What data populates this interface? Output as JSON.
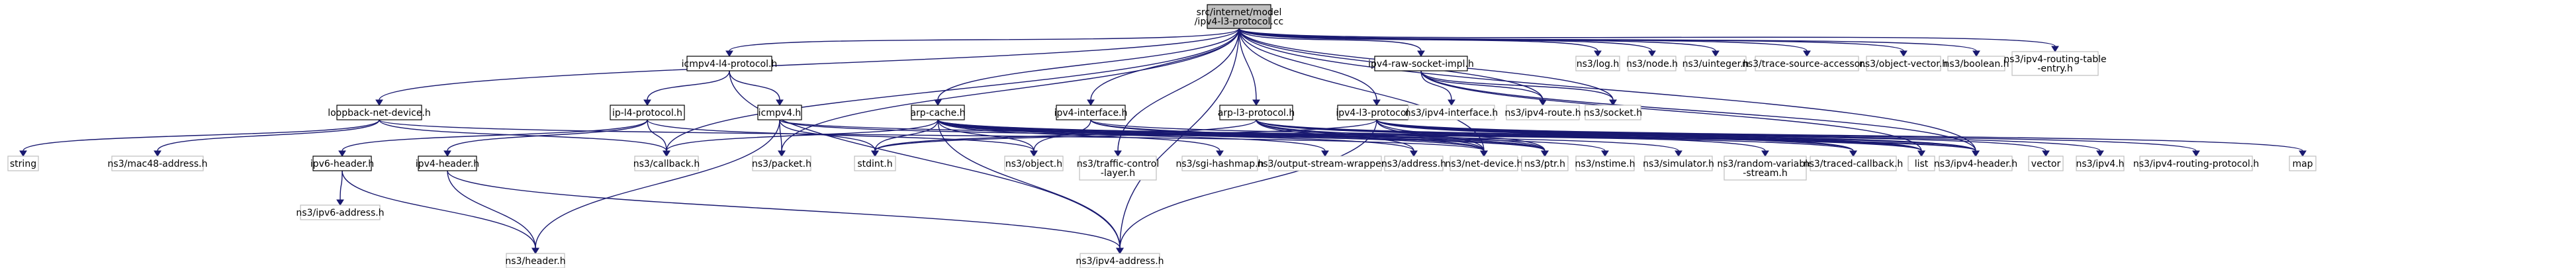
{
  "graph": {
    "root": "src/internet/model/ipv4-l3-protocol.cc",
    "nodes": [
      {
        "id": "root",
        "lines": [
          "src/internet/model",
          "/ipv4-l3-protocol.cc"
        ],
        "style": "root"
      },
      {
        "id": "loopback",
        "lines": [
          "loopback-net-device.h"
        ],
        "style": "file"
      },
      {
        "id": "icmpv4l4",
        "lines": [
          "icmpv4-l4-protocol.h"
        ],
        "style": "file"
      },
      {
        "id": "ipv4raw",
        "lines": [
          "ipv4-raw-socket-impl.h"
        ],
        "style": "file"
      },
      {
        "id": "nslog",
        "lines": [
          "ns3/log.h"
        ],
        "style": "ext"
      },
      {
        "id": "nsnode",
        "lines": [
          "ns3/node.h"
        ],
        "style": "ext"
      },
      {
        "id": "nsuinteger",
        "lines": [
          "ns3/uinteger.h"
        ],
        "style": "ext"
      },
      {
        "id": "nstrace",
        "lines": [
          "ns3/trace-source-accessor.h"
        ],
        "style": "ext"
      },
      {
        "id": "nsobjvec",
        "lines": [
          "ns3/object-vector.h"
        ],
        "style": "ext"
      },
      {
        "id": "nsboolean",
        "lines": [
          "ns3/boolean.h"
        ],
        "style": "ext"
      },
      {
        "id": "nsroutetable",
        "lines": [
          "ns3/ipv4-routing-table",
          "-entry.h"
        ],
        "style": "ext"
      },
      {
        "id": "ipl4",
        "lines": [
          "ip-l4-protocol.h"
        ],
        "style": "file"
      },
      {
        "id": "icmpv4",
        "lines": [
          "icmpv4.h"
        ],
        "style": "file"
      },
      {
        "id": "arpcache",
        "lines": [
          "arp-cache.h"
        ],
        "style": "file"
      },
      {
        "id": "ipv4iface",
        "lines": [
          "ipv4-interface.h"
        ],
        "style": "file"
      },
      {
        "id": "arpl3",
        "lines": [
          "arp-l3-protocol.h"
        ],
        "style": "file"
      },
      {
        "id": "ipv4l3h",
        "lines": [
          "ipv4-l3-protocol.h"
        ],
        "style": "file"
      },
      {
        "id": "nsipv4ifaceaddr",
        "lines": [
          "ns3/ipv4-interface.h"
        ],
        "style": "ext"
      },
      {
        "id": "nsipv4route",
        "lines": [
          "ns3/ipv4-route.h"
        ],
        "style": "ext"
      },
      {
        "id": "nssocket",
        "lines": [
          "ns3/socket.h"
        ],
        "style": "ext"
      },
      {
        "id": "string",
        "lines": [
          "string"
        ],
        "style": "ext"
      },
      {
        "id": "nsmac48",
        "lines": [
          "ns3/mac48-address.h"
        ],
        "style": "ext"
      },
      {
        "id": "nscallback",
        "lines": [
          "ns3/callback.h"
        ],
        "style": "ext"
      },
      {
        "id": "nspacket",
        "lines": [
          "ns3/packet.h"
        ],
        "style": "ext"
      },
      {
        "id": "stdint",
        "lines": [
          "stdint.h"
        ],
        "style": "ext"
      },
      {
        "id": "nsobject",
        "lines": [
          "ns3/object.h"
        ],
        "style": "ext"
      },
      {
        "id": "nstcl",
        "lines": [
          "ns3/traffic-control",
          "-layer.h"
        ],
        "style": "ext"
      },
      {
        "id": "nssgi",
        "lines": [
          "ns3/sgi-hashmap.h"
        ],
        "style": "ext"
      },
      {
        "id": "nsosw",
        "lines": [
          "ns3/output-stream-wrapper.h"
        ],
        "style": "ext"
      },
      {
        "id": "nsaddress",
        "lines": [
          "ns3/address.h"
        ],
        "style": "ext"
      },
      {
        "id": "nsnetdev",
        "lines": [
          "ns3/net-device.h"
        ],
        "style": "ext"
      },
      {
        "id": "nsptr",
        "lines": [
          "ns3/ptr.h"
        ],
        "style": "ext"
      },
      {
        "id": "nsnstime",
        "lines": [
          "ns3/nstime.h"
        ],
        "style": "ext"
      },
      {
        "id": "nssim",
        "lines": [
          "ns3/simulator.h"
        ],
        "style": "ext"
      },
      {
        "id": "nsrandom",
        "lines": [
          "ns3/random-variable",
          "-stream.h"
        ],
        "style": "ext"
      },
      {
        "id": "nstraced",
        "lines": [
          "ns3/traced-callback.h"
        ],
        "style": "ext"
      },
      {
        "id": "list",
        "lines": [
          "list"
        ],
        "style": "ext"
      },
      {
        "id": "nsipv4hdr",
        "lines": [
          "ns3/ipv4-header.h"
        ],
        "style": "ext"
      },
      {
        "id": "vector",
        "lines": [
          "vector"
        ],
        "style": "ext"
      },
      {
        "id": "nsipv4",
        "lines": [
          "ns3/ipv4.h"
        ],
        "style": "ext"
      },
      {
        "id": "nsipv4rp",
        "lines": [
          "ns3/ipv4-routing-protocol.h"
        ],
        "style": "ext"
      },
      {
        "id": "map",
        "lines": [
          "map"
        ],
        "style": "ext"
      },
      {
        "id": "ipv6hdr",
        "lines": [
          "ipv6-header.h"
        ],
        "style": "file"
      },
      {
        "id": "ipv4hdr",
        "lines": [
          "ipv4-header.h"
        ],
        "style": "file"
      },
      {
        "id": "nsipv6addr",
        "lines": [
          "ns3/ipv6-address.h"
        ],
        "style": "ext"
      },
      {
        "id": "nsheader",
        "lines": [
          "ns3/header.h"
        ],
        "style": "ext"
      },
      {
        "id": "nsipv4addr",
        "lines": [
          "ns3/ipv4-address.h"
        ],
        "style": "ext"
      }
    ],
    "edges": [
      [
        "root",
        "loopback"
      ],
      [
        "root",
        "icmpv4l4"
      ],
      [
        "root",
        "ipv4raw"
      ],
      [
        "root",
        "nslog"
      ],
      [
        "root",
        "nsnode"
      ],
      [
        "root",
        "nsuinteger"
      ],
      [
        "root",
        "nstrace"
      ],
      [
        "root",
        "nsobjvec"
      ],
      [
        "root",
        "nsboolean"
      ],
      [
        "root",
        "nsroutetable"
      ],
      [
        "root",
        "arpcache"
      ],
      [
        "root",
        "ipv4iface"
      ],
      [
        "root",
        "arpl3"
      ],
      [
        "root",
        "ipv4l3h"
      ],
      [
        "root",
        "nsipv4route"
      ],
      [
        "root",
        "nssocket"
      ],
      [
        "root",
        "nscallback"
      ],
      [
        "root",
        "nspacket"
      ],
      [
        "root",
        "nstcl"
      ],
      [
        "root",
        "nsnetdev"
      ],
      [
        "root",
        "nsipv4hdr"
      ],
      [
        "root",
        "nsipv4addr"
      ],
      [
        "loopback",
        "string"
      ],
      [
        "loopback",
        "nsmac48"
      ],
      [
        "loopback",
        "nscallback"
      ],
      [
        "loopback",
        "nsnetdev"
      ],
      [
        "icmpv4l4",
        "ipl4"
      ],
      [
        "icmpv4l4",
        "icmpv4"
      ],
      [
        "icmpv4l4",
        "nsipv4addr"
      ],
      [
        "ipv4raw",
        "nsipv4ifaceaddr"
      ],
      [
        "ipv4raw",
        "nsipv4route"
      ],
      [
        "ipv4raw",
        "nssocket"
      ],
      [
        "ipv4raw",
        "nsipv4hdr"
      ],
      [
        "ipv4raw",
        "list"
      ],
      [
        "ipl4",
        "ipv6hdr"
      ],
      [
        "ipl4",
        "ipv4hdr"
      ],
      [
        "ipl4",
        "nscallback"
      ],
      [
        "ipl4",
        "nsobject"
      ],
      [
        "icmpv4",
        "nspacket"
      ],
      [
        "icmpv4",
        "nsheader"
      ],
      [
        "icmpv4",
        "nsptr"
      ],
      [
        "icmpv4",
        "stdint"
      ],
      [
        "icmpv4",
        "nsipv4hdr"
      ],
      [
        "arpcache",
        "stdint"
      ],
      [
        "arpcache",
        "list"
      ],
      [
        "arpcache",
        "nssgi"
      ],
      [
        "arpcache",
        "nsosw"
      ],
      [
        "arpcache",
        "nsaddress"
      ],
      [
        "arpcache",
        "nsnetdev"
      ],
      [
        "arpcache",
        "nsptr"
      ],
      [
        "arpcache",
        "nsnstime"
      ],
      [
        "arpcache",
        "nssim"
      ],
      [
        "arpcache",
        "nstraced"
      ],
      [
        "arpcache",
        "nsipv4addr"
      ],
      [
        "arpcache",
        "nscallback"
      ],
      [
        "arpcache",
        "nsobject"
      ],
      [
        "arpcache",
        "nsipv4hdr"
      ],
      [
        "ipv4iface",
        "list"
      ],
      [
        "ipv4iface",
        "nsptr"
      ],
      [
        "ipv4iface",
        "nsobject"
      ],
      [
        "ipv4iface",
        "nsnetdev"
      ],
      [
        "arpl3",
        "list"
      ],
      [
        "arpl3",
        "nsnetdev"
      ],
      [
        "arpl3",
        "nsaddress"
      ],
      [
        "arpl3",
        "nsptr"
      ],
      [
        "arpl3",
        "nstraced"
      ],
      [
        "arpl3",
        "nsrandom"
      ],
      [
        "arpl3",
        "nsipv4hdr"
      ],
      [
        "arpl3",
        "stdint"
      ],
      [
        "ipv4l3h",
        "list"
      ],
      [
        "ipv4l3h",
        "map"
      ],
      [
        "ipv4l3h",
        "vector"
      ],
      [
        "ipv4l3h",
        "stdint"
      ],
      [
        "ipv4l3h",
        "nsipv4addr"
      ],
      [
        "ipv4l3h",
        "nsptr"
      ],
      [
        "ipv4l3h",
        "nsnetdev"
      ],
      [
        "ipv4l3h",
        "nsipv4"
      ],
      [
        "ipv4l3h",
        "nstraced"
      ],
      [
        "ipv4l3h",
        "nsipv4hdr"
      ],
      [
        "ipv4l3h",
        "nsipv4rp"
      ],
      [
        "ipv6hdr",
        "nsipv6addr"
      ],
      [
        "ipv6hdr",
        "nsheader"
      ],
      [
        "ipv4hdr",
        "nsheader"
      ],
      [
        "ipv4hdr",
        "nsipv4addr"
      ]
    ]
  }
}
